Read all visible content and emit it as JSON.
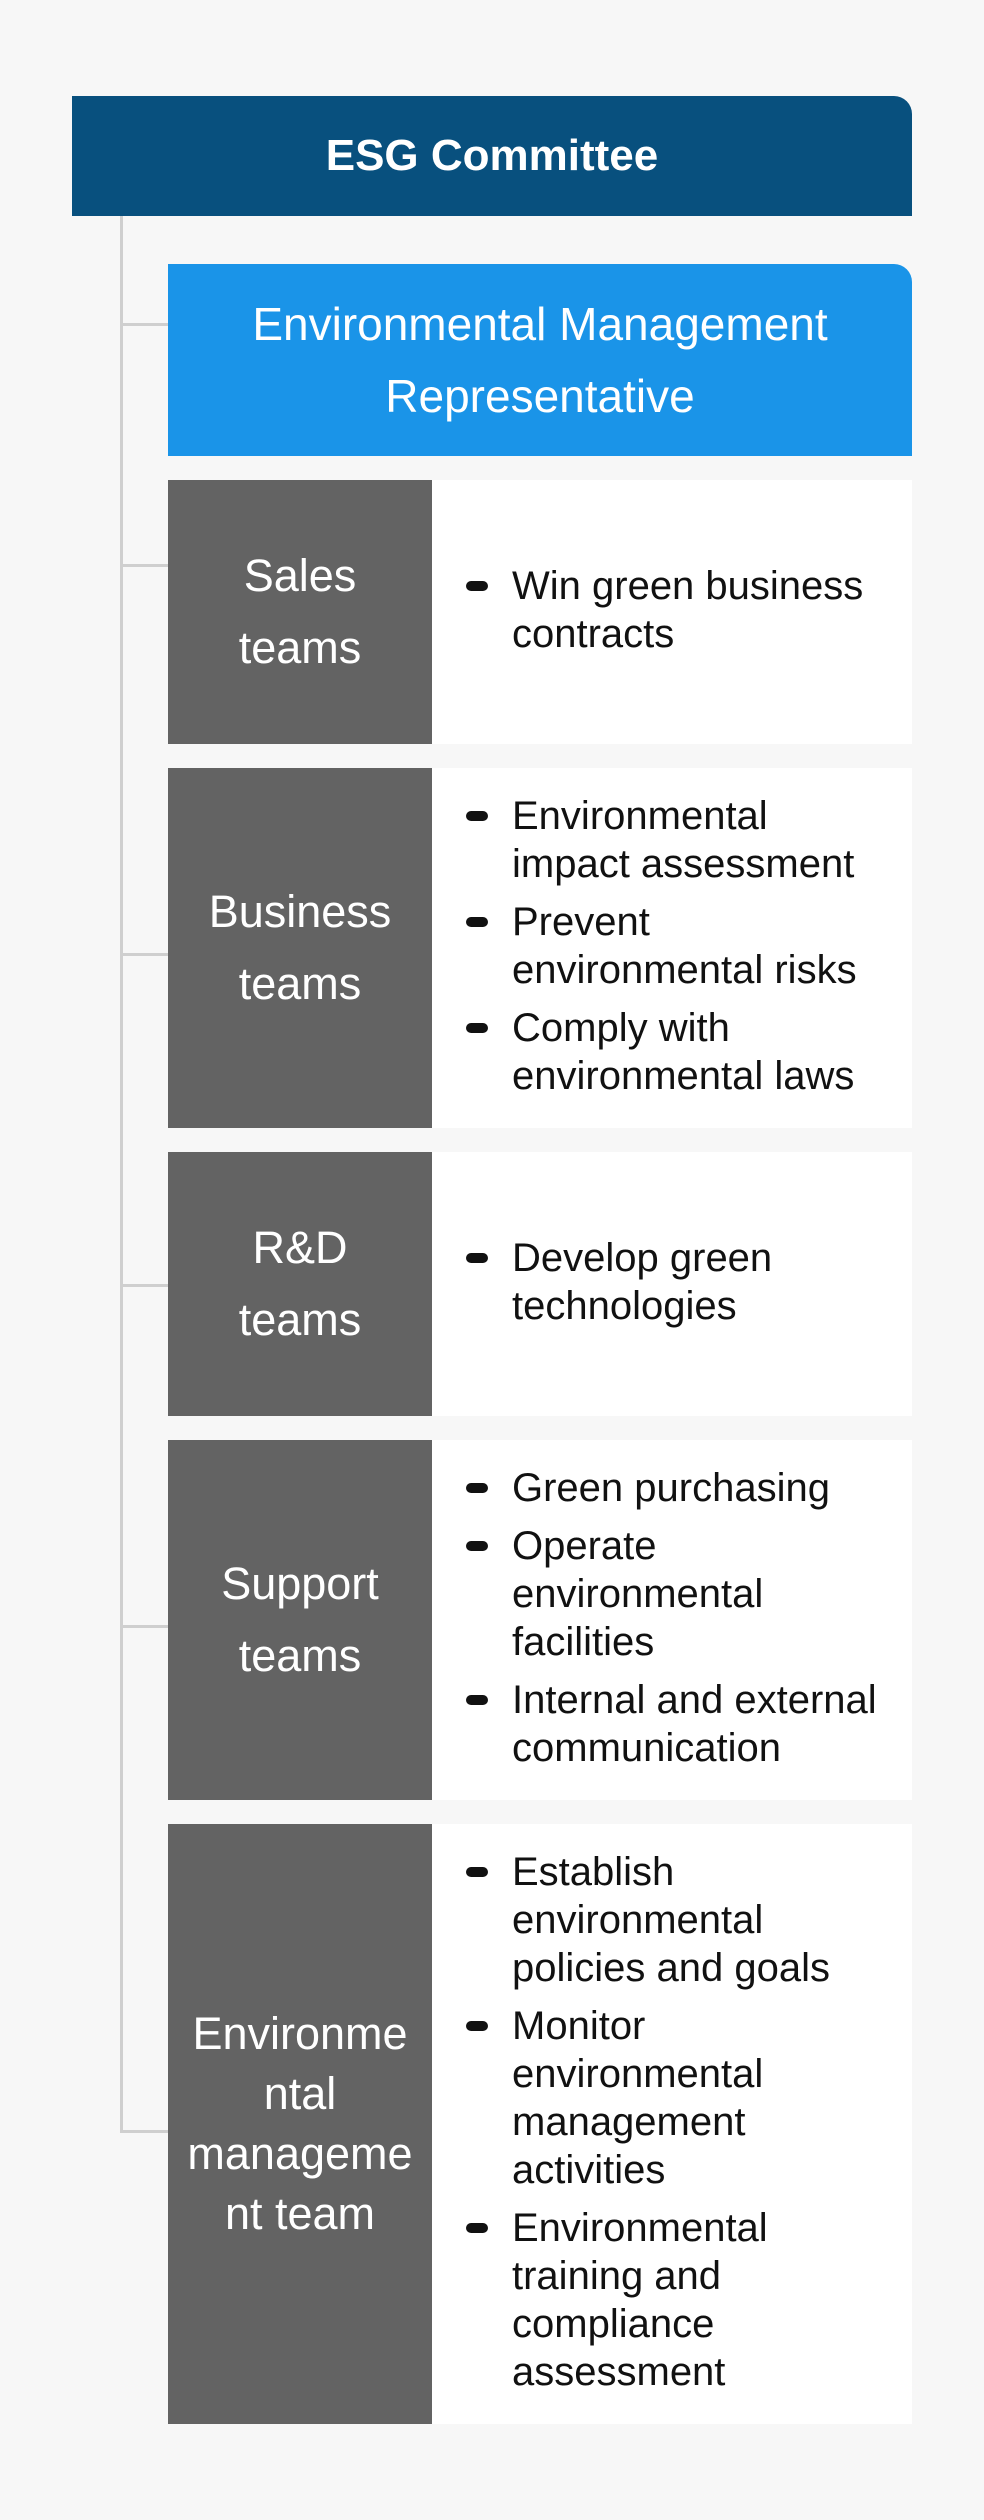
{
  "committee": {
    "title": "ESG Committee"
  },
  "representative": {
    "title": "Environmental Management Representative"
  },
  "teams": [
    {
      "name": "Sales teams",
      "tasks": [
        "Win green business contracts"
      ]
    },
    {
      "name": "Business teams",
      "tasks": [
        "Environmental impact assessment",
        "Prevent environmental risks",
        "Comply with environmental laws"
      ]
    },
    {
      "name": "R&D teams",
      "tasks": [
        "Develop green technologies"
      ]
    },
    {
      "name": "Support teams",
      "tasks": [
        "Green purchasing",
        "Operate environmental facilities",
        "Internal and external communication"
      ]
    },
    {
      "name": "Environmental management team",
      "tasks": [
        "Establish environmental policies and goals",
        "Monitor environmental management activities",
        "Environmental training and compliance assessment"
      ]
    }
  ],
  "colors": {
    "committee_bg": "#08507e",
    "representative_bg": "#1a94e8",
    "team_label_bg": "#636363",
    "task_bg": "#ffffff",
    "connector": "#cfcfcf"
  }
}
